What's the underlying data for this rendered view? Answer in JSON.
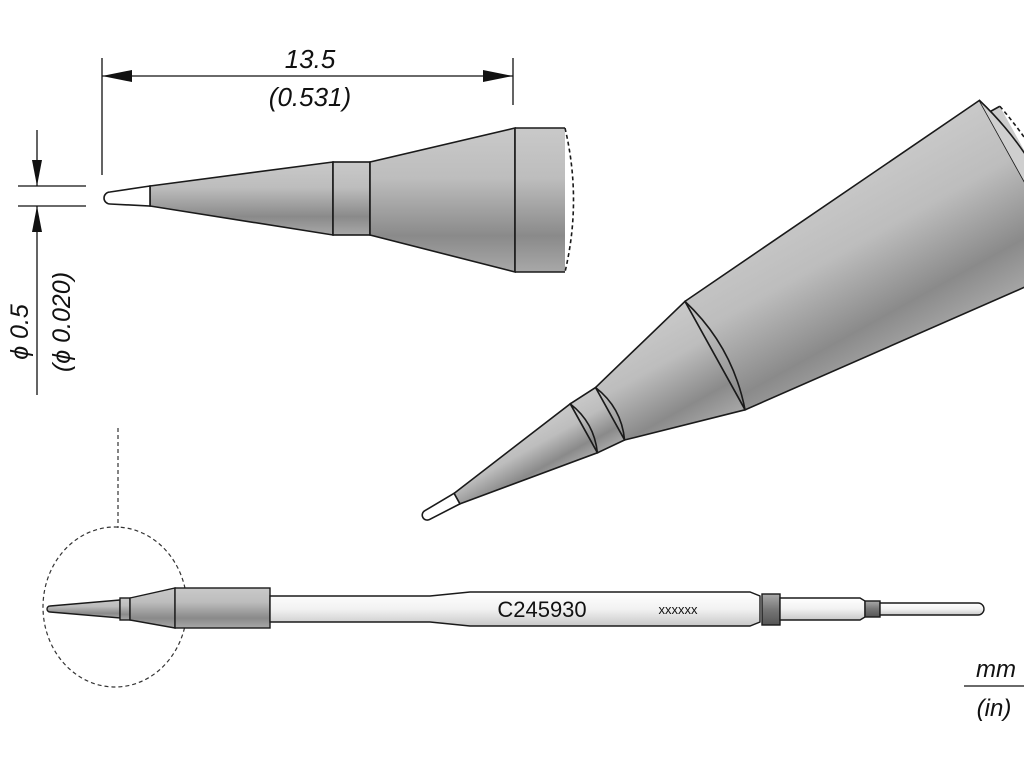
{
  "dimensions": {
    "length_mm": "13.5",
    "length_in": "(0.531)",
    "diameter_mm": "ϕ 0.5",
    "diameter_in": "(ϕ 0.020)"
  },
  "part": {
    "number": "C245930",
    "marking": "xxxxxx"
  },
  "units": {
    "primary": "mm",
    "secondary": "(in)"
  },
  "colors": {
    "outline": "#1a1a1a",
    "metal_light": "#e6e6e6",
    "metal_dark": "#7a7a7a",
    "tip_white": "#ffffff"
  }
}
